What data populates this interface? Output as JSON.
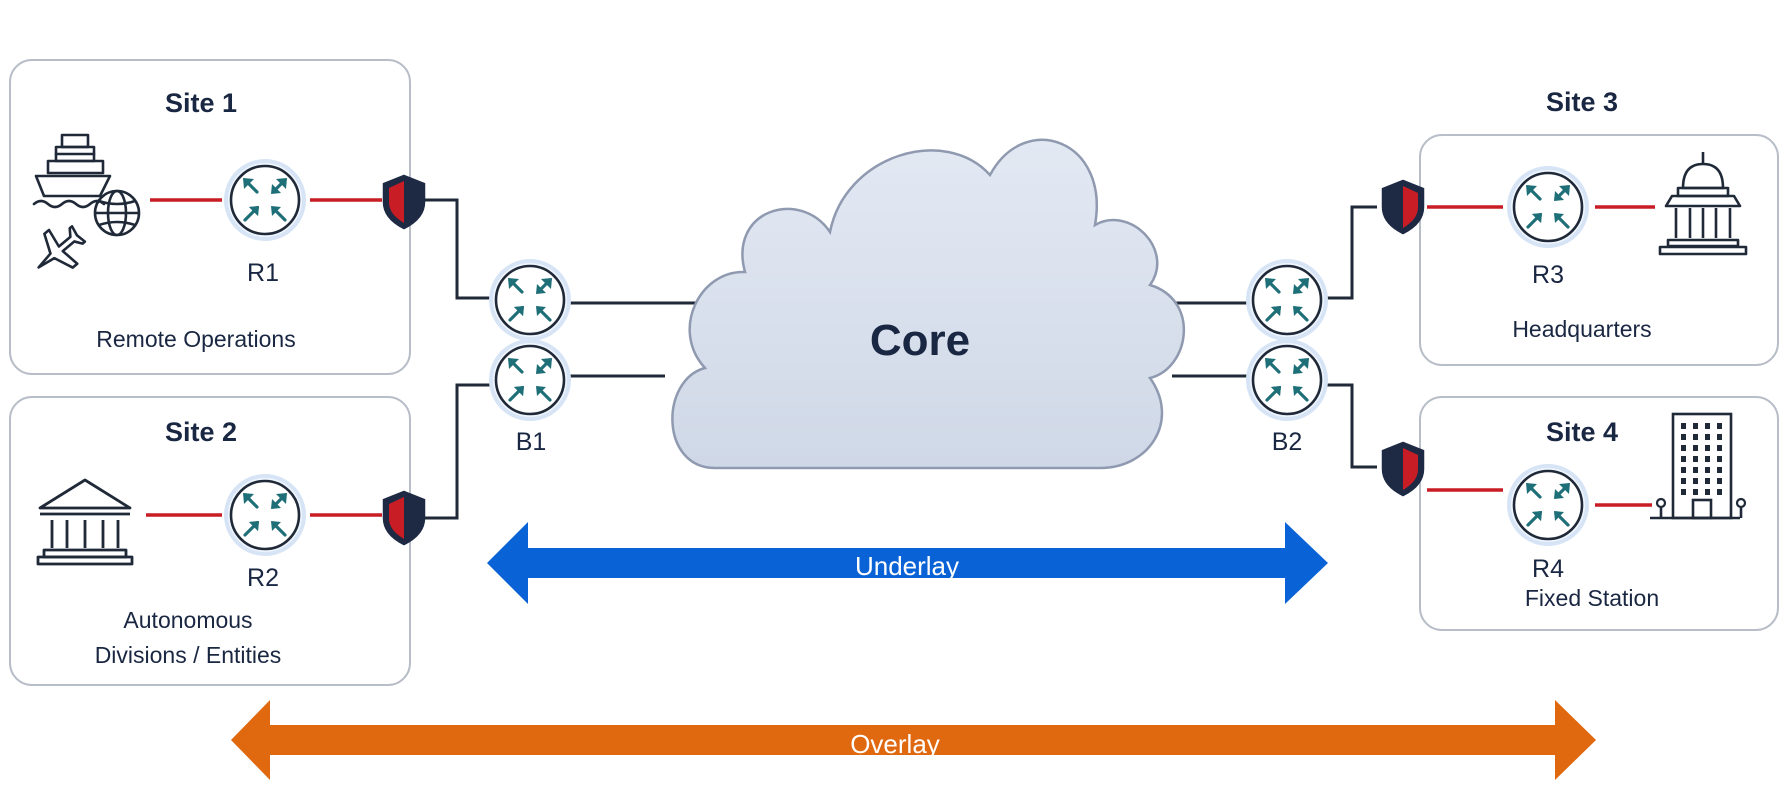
{
  "sites": [
    {
      "title": "Site 1",
      "router": "R1",
      "caption_lines": [
        "Remote Operations"
      ],
      "icons": [
        "ship-icon",
        "globe-icon",
        "airplane-icon"
      ]
    },
    {
      "title": "Site 2",
      "router": "R2",
      "caption_lines": [
        "Autonomous",
        "Divisions / Entities"
      ],
      "icons": [
        "government-building-icon"
      ]
    },
    {
      "title": "Site 3",
      "router": "R3",
      "caption_lines": [
        "Headquarters"
      ],
      "icons": [
        "capitol-building-icon"
      ]
    },
    {
      "title": "Site 4",
      "router": "R4",
      "caption_lines": [
        "Fixed Station"
      ],
      "icons": [
        "office-tower-icon"
      ]
    }
  ],
  "core": {
    "label": "Core"
  },
  "border_routers": [
    {
      "label": "B1"
    },
    {
      "label": "B2"
    }
  ],
  "arrows": {
    "underlay": {
      "label": "Underlay",
      "color": "#0a63d6"
    },
    "overlay": {
      "label": "Overlay",
      "color": "#e0680f"
    }
  },
  "colors": {
    "site_link": "#c81d25",
    "backbone_link": "#1f2937",
    "firewall_left": "#c81d25",
    "firewall_right": "#1e2a44",
    "router_arrow": "#1f6f78",
    "cloud_fill": "#d9e1ee"
  }
}
